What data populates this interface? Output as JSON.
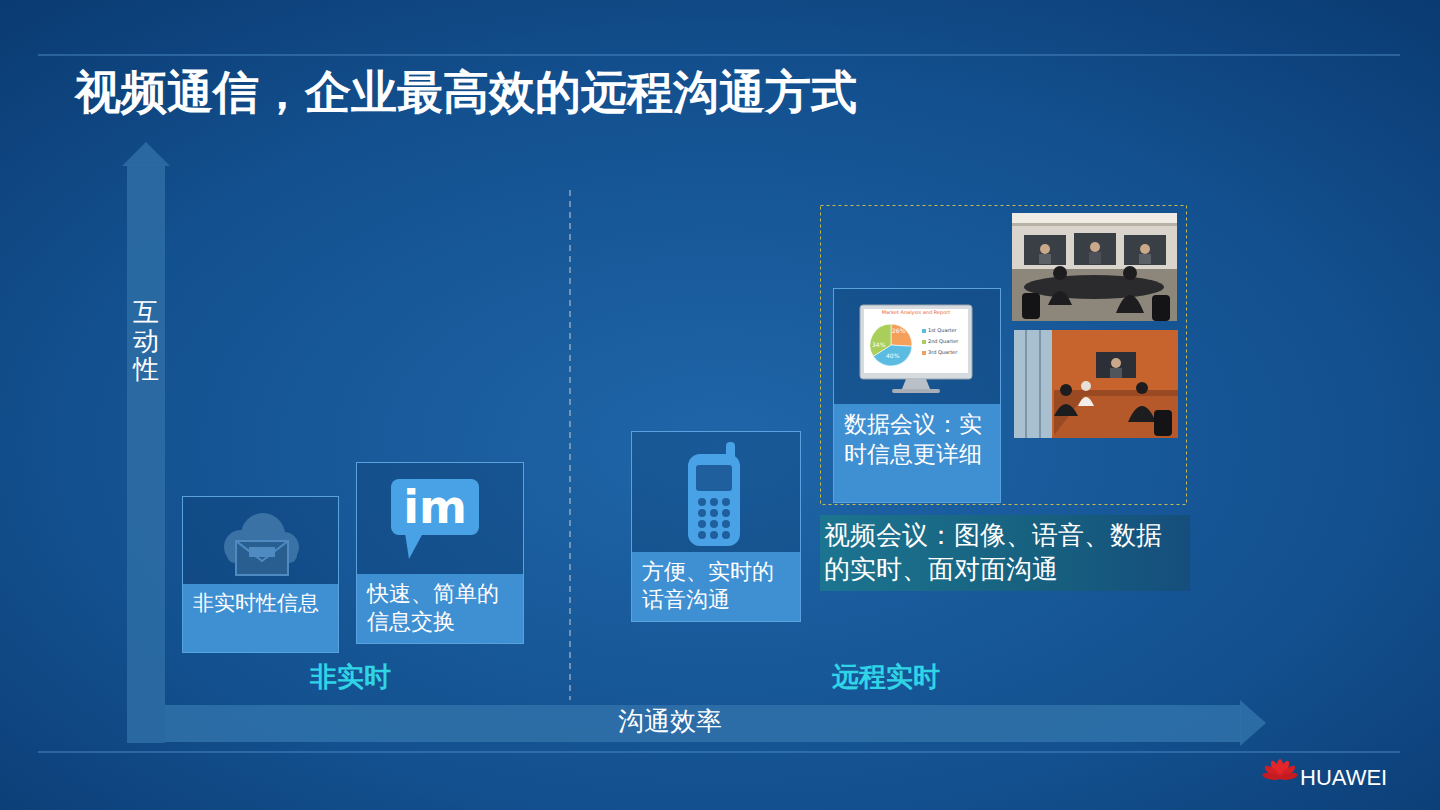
{
  "diagram": {
    "title": "视频通信，企业最高效的远程沟通方式",
    "nodes": [
      {
        "text": [
          "非实时性信息"
        ]
      },
      {
        "text": [
          "快速、简单的信息交换"
        ]
      },
      {
        "text": [
          "方便、实时的话音沟通"
        ]
      },
      {
        "text": [
          "数据会议：实时信息更详细"
        ]
      },
      {
        "text": [
          "视频会议：图像、语音、数据的实时、面对面沟通"
        ]
      }
    ],
    "labels": [
      "互动性",
      "非实时",
      "远程实时",
      "沟通效率",
      "im",
      "Market Analysis and Report",
      "34%",
      "26%",
      "40%",
      "1st Quarter",
      "2nd Quarter",
      "3rd Quarter",
      "HUAWEI"
    ]
  }
}
